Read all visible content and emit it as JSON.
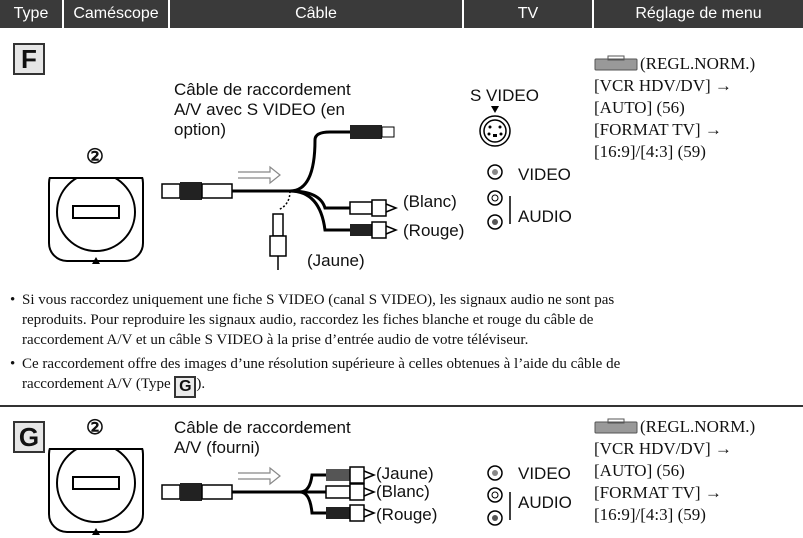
{
  "header": {
    "type": "Type",
    "camcorder": "Caméscope",
    "cable": "Câble",
    "tv": "TV",
    "menu": "Réglage de menu"
  },
  "sectionF": {
    "letter": "F",
    "circle_num": "②",
    "cable_label_1": "Câble de raccordement",
    "cable_label_2": "A/V avec S VIDEO (en",
    "cable_label_3": "option)",
    "svideo": "S VIDEO",
    "video": "VIDEO",
    "audio": "AUDIO",
    "blanc": "(Blanc)",
    "rouge": "(Rouge)",
    "jaune": "(Jaune)",
    "menu_1": "(REGL.NORM.)",
    "menu_2": "[VCR HDV/DV] →",
    "menu_3": "[AUTO] (56)",
    "menu_4": "[FORMAT TV] →",
    "menu_5": "[16:9]/[4:3] (59)"
  },
  "notes": {
    "note1_line1": "Si vous raccordez uniquement une fiche S VIDEO (canal S VIDEO), les signaux audio ne sont pas",
    "note1_line2": "reproduits. Pour reproduire les signaux audio, raccordez les fiches blanche et rouge du câble de",
    "note1_line3": "raccordement A/V et un câble S VIDEO à la prise d’entrée audio de votre téléviseur.",
    "note2_line1": "Ce raccordement offre des images d’une résolution supérieure à celles obtenues à l’aide du câble de",
    "note2_line2_a": "raccordement A/V (Type ",
    "note2_letter": "G",
    "note2_line2_b": ")."
  },
  "sectionG": {
    "letter": "G",
    "circle_num": "②",
    "cable_label_1": "Câble de raccordement",
    "cable_label_2": "A/V (fourni)",
    "jaune": "(Jaune)",
    "blanc": "(Blanc)",
    "rouge": "(Rouge)",
    "video": "VIDEO",
    "audio": "AUDIO",
    "menu_1": "(REGL.NORM.)",
    "menu_2": "[VCR HDV/DV] →",
    "menu_3": "[AUTO] (56)",
    "menu_4": "[FORMAT TV] →",
    "menu_5": "[16:9]/[4:3] (59)"
  }
}
